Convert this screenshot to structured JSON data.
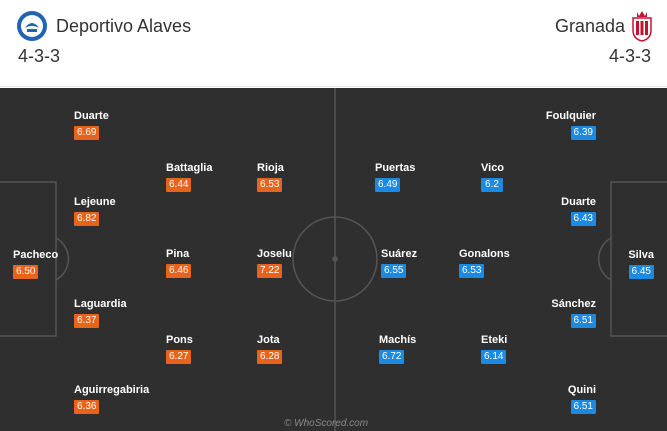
{
  "colors": {
    "pitch": "#2f2f2f",
    "pitch_lines": "#555555",
    "home_rating": "#e8631b",
    "away_rating": "#1b8ae0",
    "home_logo": "#1f64b5",
    "away_logo": "#c8102e"
  },
  "home": {
    "name": "Deportivo Alaves",
    "formation": "4-3-3",
    "logo_icon": "alaves-crest-icon",
    "players": [
      {
        "name": "Pacheco",
        "rating": "6.50"
      },
      {
        "name": "Duarte",
        "rating": "6.69"
      },
      {
        "name": "Lejeune",
        "rating": "6.82"
      },
      {
        "name": "Laguardia",
        "rating": "6.37"
      },
      {
        "name": "Aguirregabiria",
        "rating": "6.36"
      },
      {
        "name": "Battaglia",
        "rating": "6.44"
      },
      {
        "name": "Pina",
        "rating": "6.46"
      },
      {
        "name": "Pons",
        "rating": "6.27"
      },
      {
        "name": "Rioja",
        "rating": "6.53"
      },
      {
        "name": "Joselu",
        "rating": "7.22"
      },
      {
        "name": "Jota",
        "rating": "6.28"
      }
    ]
  },
  "away": {
    "name": "Granada",
    "formation": "4-3-3",
    "logo_icon": "granada-crest-icon",
    "players": [
      {
        "name": "Silva",
        "rating": "6.45"
      },
      {
        "name": "Foulquier",
        "rating": "6.39"
      },
      {
        "name": "Duarte",
        "rating": "6.43"
      },
      {
        "name": "Sánchez",
        "rating": "6.51"
      },
      {
        "name": "Quini",
        "rating": "6.51"
      },
      {
        "name": "Vico",
        "rating": "6.2"
      },
      {
        "name": "Gonalons",
        "rating": "6.53"
      },
      {
        "name": "Eteki",
        "rating": "6.14"
      },
      {
        "name": "Puertas",
        "rating": "6.49"
      },
      {
        "name": "Suárez",
        "rating": "6.55"
      },
      {
        "name": "Machís",
        "rating": "6.72"
      }
    ]
  },
  "watermark": "© WhoScored.com"
}
